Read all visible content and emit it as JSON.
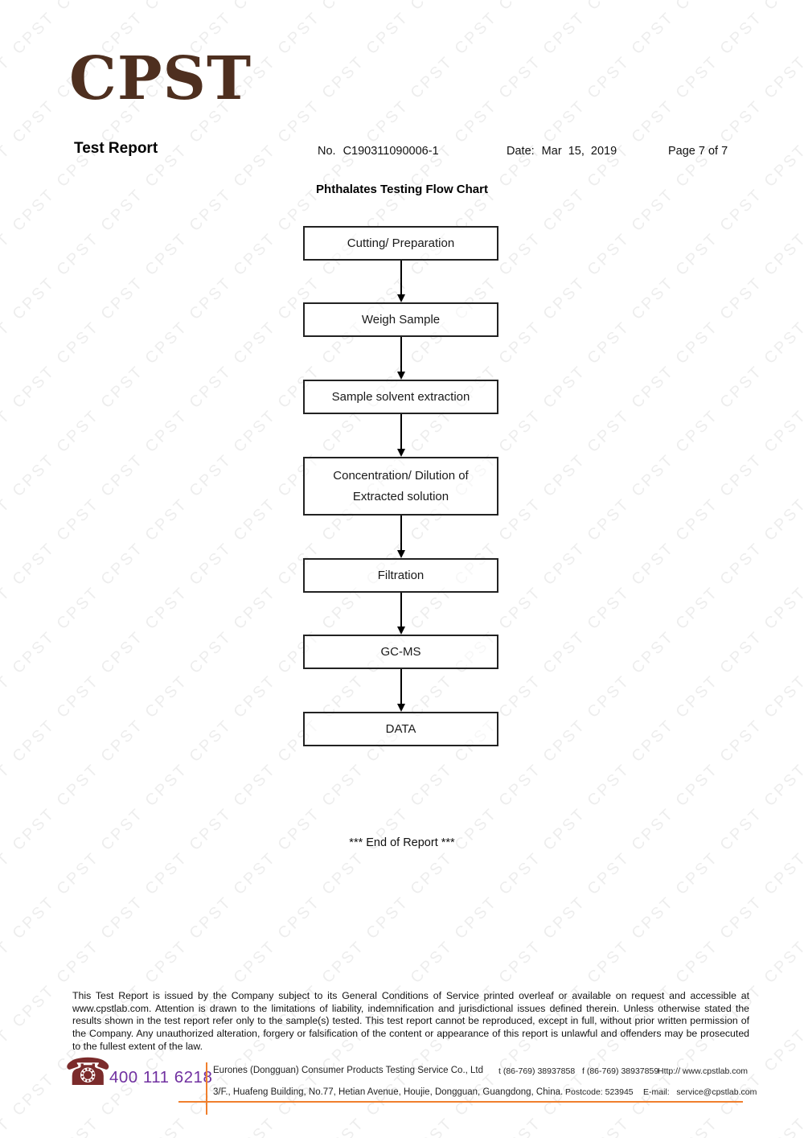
{
  "brand": {
    "logo": "CPST",
    "watermark": "CPST"
  },
  "header": {
    "title": "Test Report",
    "report_no_label": "No.",
    "report_no": "C190311090006-1",
    "date_label": "Date:",
    "date": "Mar  15,  2019",
    "page": "Page 7 of 7"
  },
  "flowchart": {
    "title": "Phthalates Testing Flow Chart",
    "steps": [
      "Cutting/ Preparation",
      "Weigh Sample",
      "Sample solvent extraction",
      "Concentration/ Dilution of Extracted solution",
      "Filtration",
      "GC-MS",
      "DATA"
    ]
  },
  "end_of_report": "*** End of Report ***",
  "disclaimer": "This Test Report is issued by the Company subject to its General Conditions of Service printed overleaf or available on request and accessible at www.cpstlab.com. Attention is drawn to the limitations of liability, indemnification and jurisdictional issues defined therein. Unless otherwise stated the results shown in the test report refer only to the sample(s) tested. This test report cannot be reproduced, except in full, without prior written permission of the Company. Any unauthorized alteration, forgery or falsification of the content or appearance of this report is unlawful and offenders may be prosecuted to the fullest extent of the law.",
  "footer": {
    "phone_icon_glyph": "☎",
    "hotline": "400 111 6218",
    "company_name": "Eurones (Dongguan) Consumer Products Testing Service Co., Ltd",
    "tel": "t (86-769) 38937858",
    "fax": "f (86-769) 38937859",
    "website": "Http:// www.cpstlab.com",
    "address": "3/F., Huafeng Building, No.77, Hetian Avenue, Houjie, Dongguan, Guangdong, China.",
    "postcode": "Postcode: 523945",
    "email": "E-mail:   service@cpstlab.com"
  },
  "colors": {
    "logo_brown": "#4e2f1f",
    "hotline_purple": "#7030a0",
    "phone_icon_maroon": "#7b2b2b",
    "accent_orange": "#f07f2d",
    "watermark_gray": "rgba(0,0,0,0.07)"
  }
}
